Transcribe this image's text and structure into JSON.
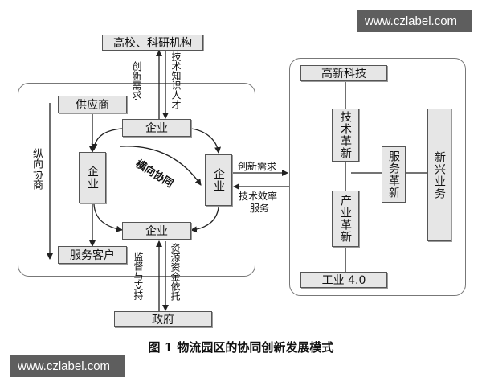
{
  "watermark": "www.czlabel.com",
  "caption": "图 1   物流园区的协同创新发展模式",
  "boxes": {
    "university": "高校、科研机构",
    "supplier": "供应商",
    "enterprise_top": "企业",
    "enterprise_left": "企业",
    "enterprise_right": "企业",
    "enterprise_bottom": "企业",
    "service_customer": "服务客户",
    "government": "政府",
    "hightech": "高新科技",
    "tech_innovation": "技术革新",
    "service_innovation": "服务革新",
    "industry_innovation": "产业革新",
    "emerging_business": "新兴业务",
    "industry40": "工业 4.0"
  },
  "labels": {
    "innovation_demand_top": "创新需求",
    "tech_knowledge_talent": "技术知识人才",
    "vertical_coordination": "纵向协商",
    "horizontal_coordination": "横向协同",
    "innovation_demand_right": "创新需求",
    "tech_efficiency": "技术效率",
    "service": "服务",
    "supervision_support": "监督与支持",
    "resource_funding": "资源资金依托"
  }
}
